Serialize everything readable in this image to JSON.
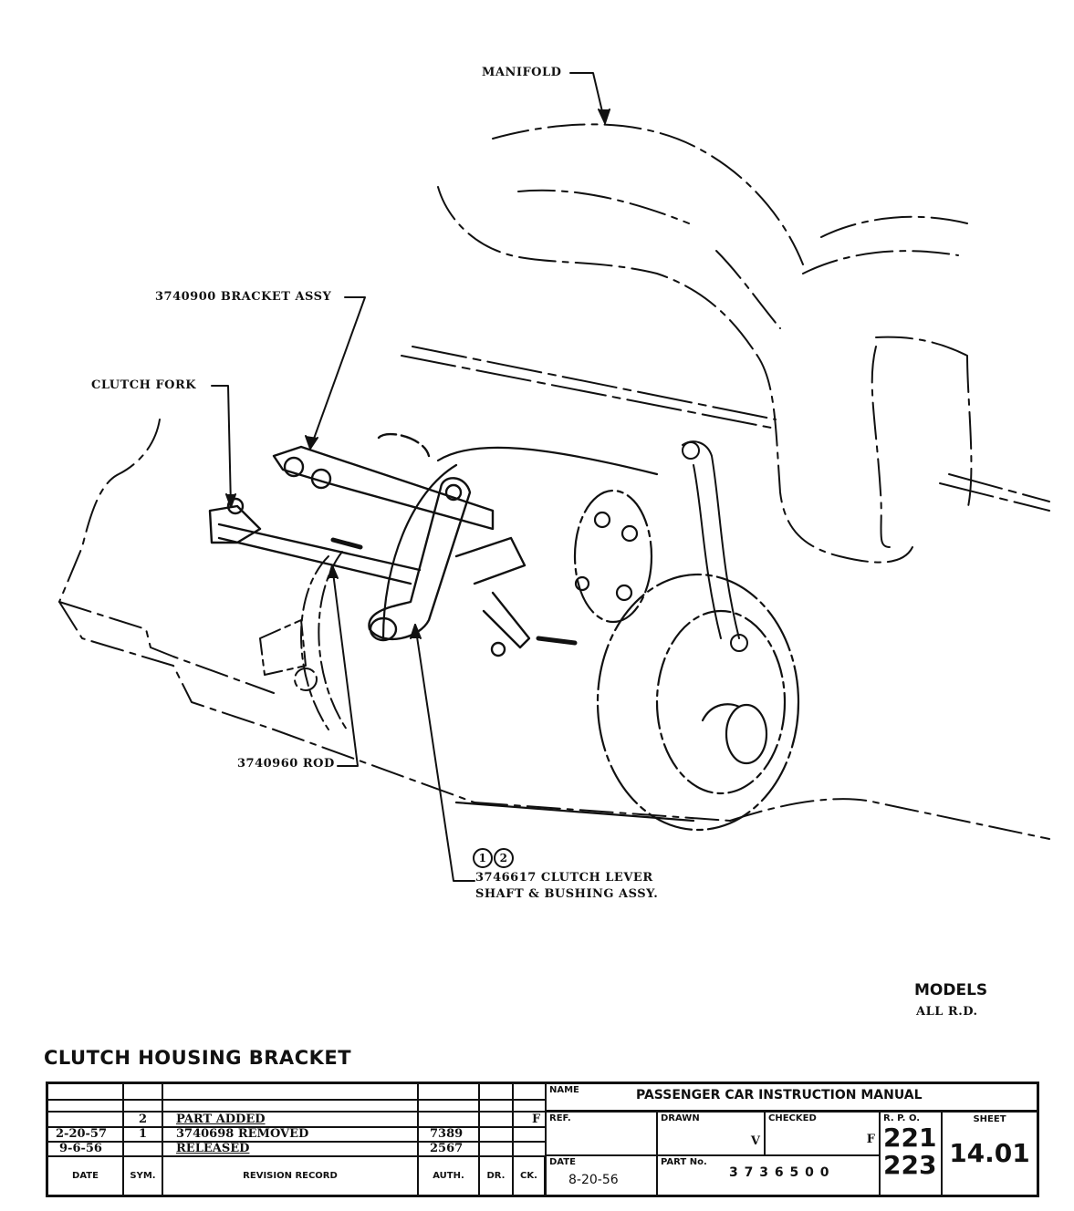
{
  "document": {
    "title": "CLUTCH HOUSING BRACKET",
    "models_label": "MODELS",
    "models_value": "ALL R.D."
  },
  "callouts": {
    "manifold": "MANIFOLD",
    "bracket_assy": "3740900 BRACKET ASSY",
    "clutch_fork": "CLUTCH FORK",
    "rod": "3740960 ROD",
    "lever_symbols": [
      "1",
      "2"
    ],
    "lever_line1": "3746617 CLUTCH LEVER",
    "lever_line2": "SHAFT & BUSHING ASSY."
  },
  "revision_table": {
    "headers": {
      "date": "DATE",
      "sym": "SYM.",
      "record": "REVISION RECORD",
      "auth": "AUTH.",
      "dr": "DR.",
      "ck": "CK."
    },
    "rows": [
      {
        "date": "",
        "sym": "",
        "record": "",
        "auth": "",
        "dr": "",
        "ck": ""
      },
      {
        "date": "",
        "sym": "",
        "record": "",
        "auth": "",
        "dr": "",
        "ck": ""
      },
      {
        "date": "",
        "sym": "2",
        "record": "PART ADDED",
        "auth": "",
        "dr": "",
        "ck": "F"
      },
      {
        "date": "2-20-57",
        "sym": "1",
        "record": "3740698 REMOVED",
        "auth": "7389",
        "dr": "",
        "ck": ""
      },
      {
        "date": "9-6-56",
        "sym": "",
        "record": "RELEASED",
        "auth": "2567",
        "dr": "",
        "ck": ""
      }
    ]
  },
  "title_block": {
    "name_label": "NAME",
    "name_value": "PASSENGER CAR INSTRUCTION MANUAL",
    "ref_label": "REF.",
    "ref_value": "",
    "drawn_label": "DRAWN",
    "drawn_value": "V",
    "checked_label": "CHECKED",
    "checked_value": "F",
    "date_label": "DATE",
    "date_value": "8-20-56",
    "part_label": "PART No.",
    "part_value": "3 7 3 6 5 0 0",
    "rpo_label": "R. P. O.",
    "rpo_values": [
      "221",
      "223"
    ],
    "sheet_label": "SHEET",
    "sheet_value": "14.01"
  }
}
